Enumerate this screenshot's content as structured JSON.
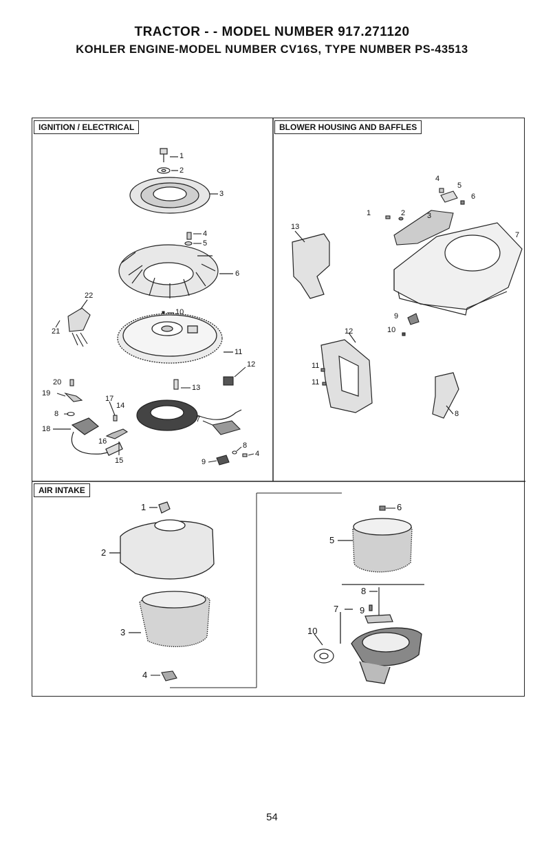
{
  "header": {
    "line1": "TRACTOR - - MODEL NUMBER 917.271120",
    "line2": "KOHLER ENGINE-MODEL NUMBER CV16S, TYPE NUMBER PS-43513"
  },
  "sections": {
    "ignition": {
      "title": "IGNITION / ELECTRICAL",
      "callouts": [
        "1",
        "2",
        "3",
        "4",
        "5",
        "6",
        "10",
        "11",
        "12",
        "13",
        "22",
        "21",
        "20",
        "19",
        "8",
        "18",
        "17",
        "14",
        "16",
        "15",
        "7",
        "8",
        "9",
        "4"
      ]
    },
    "blower": {
      "title": "BLOWER HOUSING AND BAFFLES",
      "callouts": [
        "4",
        "5",
        "6",
        "1",
        "2",
        "3",
        "7",
        "13",
        "9",
        "10",
        "12",
        "11",
        "11",
        "8"
      ]
    },
    "air_intake": {
      "title": "AIR INTAKE",
      "callouts": [
        "1",
        "2",
        "3",
        "4",
        "6",
        "5",
        "8",
        "7",
        "9",
        "10"
      ]
    }
  },
  "page_number": "54"
}
